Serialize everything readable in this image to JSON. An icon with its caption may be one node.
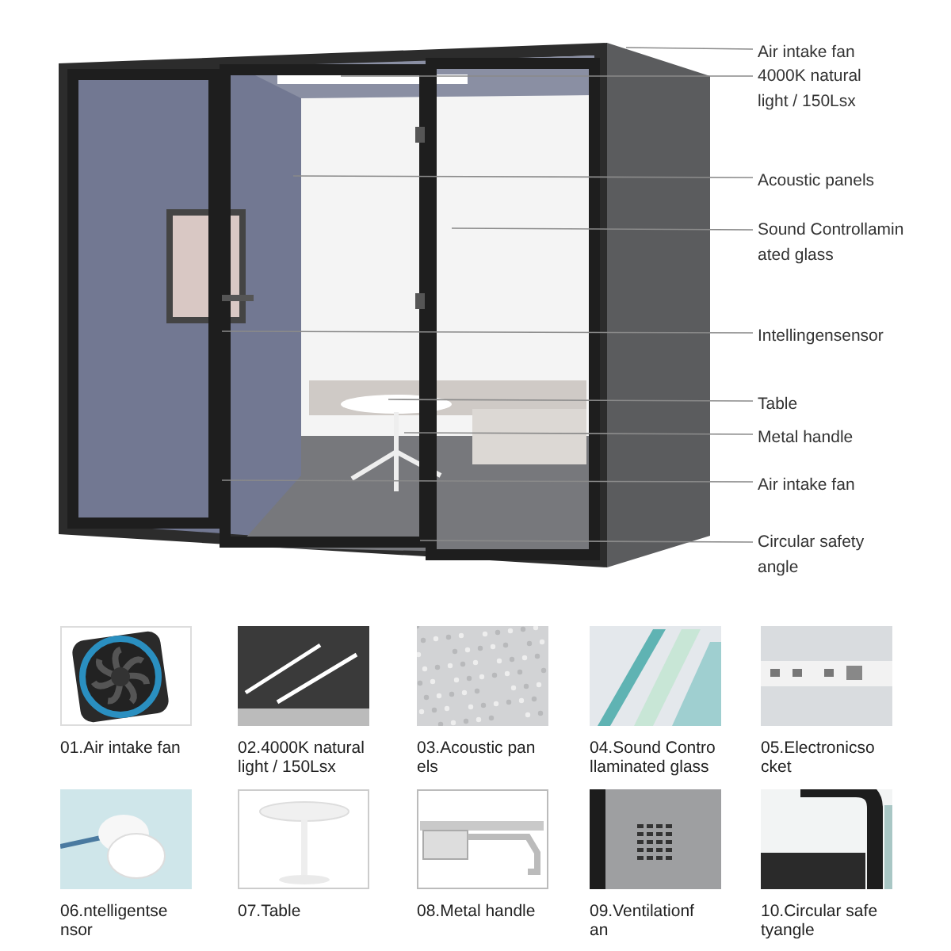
{
  "diagram": {
    "nodes": [
      {
        "text": [
          "Air intake fan"
        ]
      },
      {
        "text": [
          "4000K natural light / 150Lsx"
        ]
      },
      {
        "text": [
          "Acoustic panels"
        ]
      },
      {
        "text": [
          "Sound Controllamin ated glass"
        ]
      },
      {
        "text": [
          "Intellingensensor"
        ]
      },
      {
        "text": [
          "Table"
        ]
      },
      {
        "text": [
          "Metal handle"
        ]
      },
      {
        "text": [
          "Air intake fan"
        ]
      },
      {
        "text": [
          "Circular safety angle"
        ]
      }
    ],
    "labels": [
      "01.Air intake fan",
      "02.4000K natural light / 150Lsx",
      "03.Acoustic pan els",
      "04.Sound Contro llaminated glass",
      "05.Electronicso cket",
      "06.ntelligentse nsor",
      "07.Table",
      "08.Metal handle",
      "09.Ventilationf an",
      "10.Circular safe tyangle"
    ],
    "edges": [
      {
        "from": 0,
        "to": null,
        "arrow": "none"
      },
      {
        "from": 1,
        "to": null,
        "arrow": "none"
      },
      {
        "from": 2,
        "to": null,
        "arrow": "none"
      },
      {
        "from": 3,
        "to": null,
        "arrow": "none"
      },
      {
        "from": 4,
        "to": null,
        "arrow": "none"
      },
      {
        "from": 5,
        "to": null,
        "arrow": "none"
      },
      {
        "from": 6,
        "to": null,
        "arrow": "none"
      },
      {
        "from": 7,
        "to": null,
        "arrow": "none"
      },
      {
        "from": 8,
        "to": null,
        "arrow": "none"
      }
    ]
  }
}
